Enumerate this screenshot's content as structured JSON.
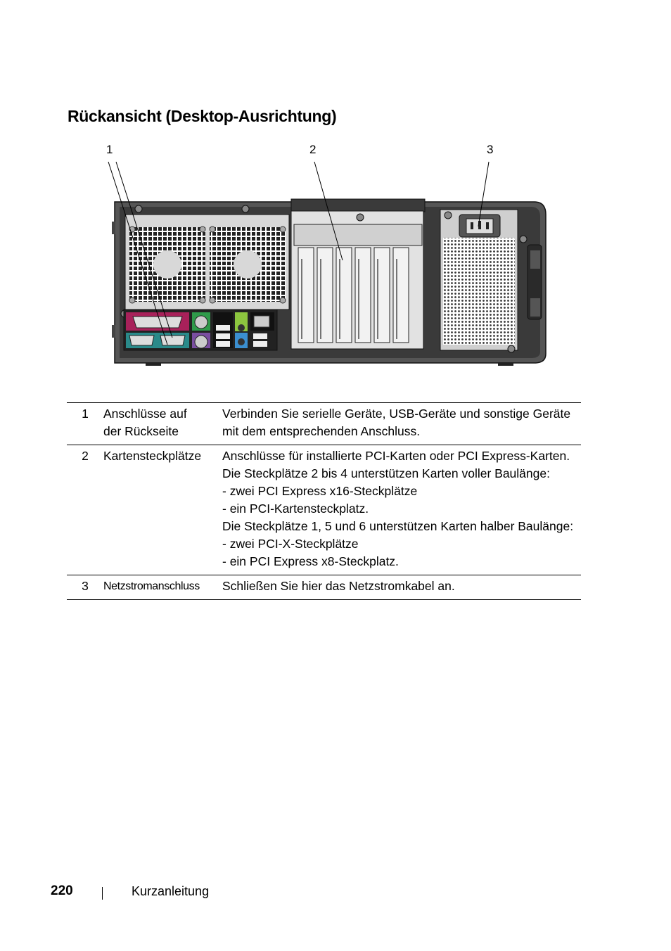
{
  "heading": "Rückansicht (Desktop-Ausrichtung)",
  "figure": {
    "callouts": [
      "1",
      "2",
      "3"
    ]
  },
  "legend": {
    "rows": [
      {
        "num": "1",
        "term_lines": [
          "Anschlüsse auf",
          "der Rückseite"
        ],
        "desc_lines": [
          "Verbinden Sie serielle Geräte, USB-Geräte und sonstige Geräte",
          "mit dem entsprechenden Anschluss."
        ]
      },
      {
        "num": "2",
        "term_lines": [
          "Kartensteckplätze"
        ],
        "desc_lines": [
          "Anschlüsse für installierte PCI-Karten oder PCI Express-Karten.",
          "Die Steckplätze 2 bis 4 unterstützen Karten voller Baulänge:",
          "- zwei PCI Express x16-Steckplätze",
          "- ein PCI-Kartensteckplatz.",
          "Die Steckplätze 1, 5 und 6 unterstützen Karten halber Baulänge:",
          "- zwei PCI-X-Steckplätze",
          "- ein PCI Express x8-Steckplatz."
        ]
      },
      {
        "num": "3",
        "term_lines": [
          "Netzstromanschluss"
        ],
        "desc_lines": [
          "Schließen Sie hier das Netzstromkabel an."
        ]
      }
    ]
  },
  "footer": {
    "page_number": "220",
    "section": "Kurzanleitung"
  }
}
